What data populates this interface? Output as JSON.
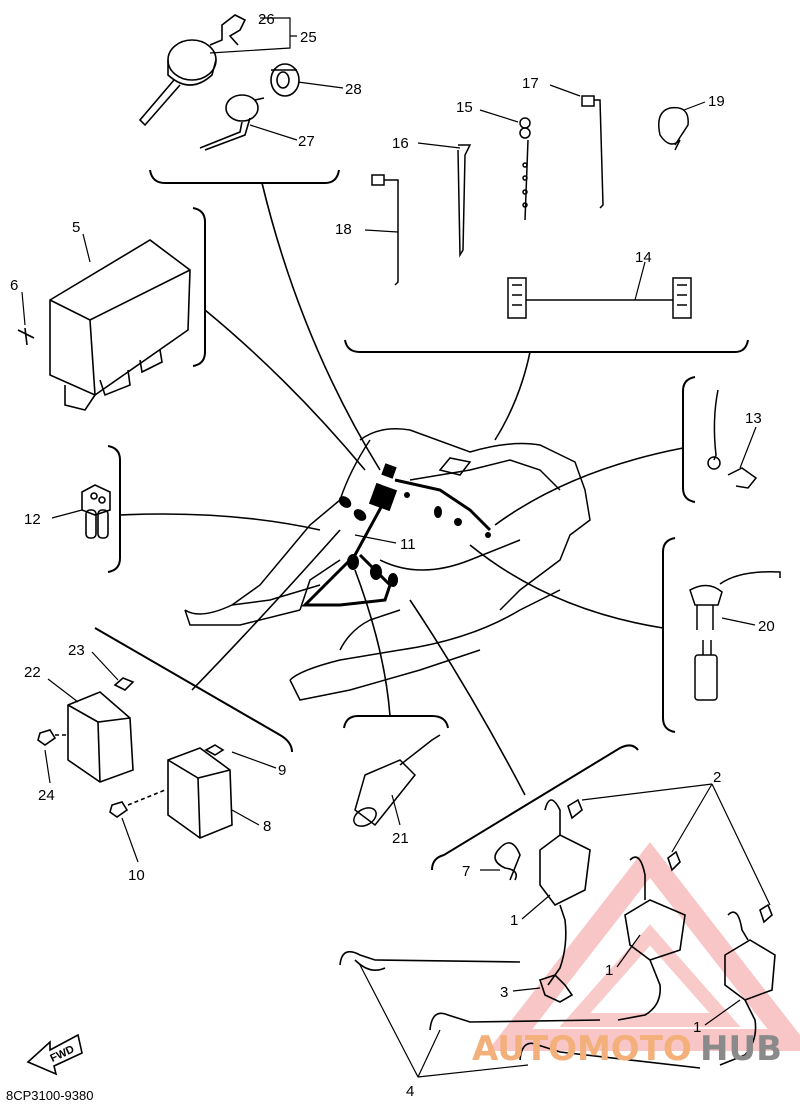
{
  "diagram": {
    "part_labels": {
      "p1a": "1",
      "p1b": "1",
      "p1c": "1",
      "p2": "2",
      "p3": "3",
      "p4": "4",
      "p5": "5",
      "p6": "6",
      "p7": "7",
      "p8": "8",
      "p9": "9",
      "p10": "10",
      "p11": "11",
      "p12": "12",
      "p13": "13",
      "p14": "14",
      "p15": "15",
      "p16": "16",
      "p17": "17",
      "p18": "18",
      "p19": "19",
      "p20": "20",
      "p21": "21",
      "p22": "22",
      "p23": "23",
      "p24": "24",
      "p25": "25",
      "p26": "26",
      "p27": "27",
      "p28": "28"
    },
    "direction_label": "FWD",
    "drawing_code": "8CP3100-9380"
  },
  "watermark": {
    "text_part1": "AUTOMOTO",
    "text_part2": "HUB",
    "color_primary": "#f3b07a",
    "color_secondary": "#8a8a8a",
    "triangle_color": "#f4a0a0"
  }
}
